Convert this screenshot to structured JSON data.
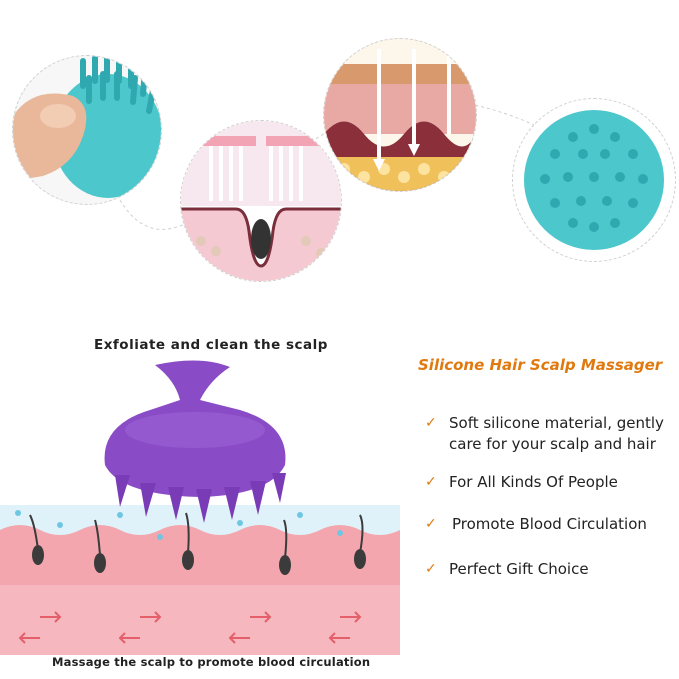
{
  "labels": {
    "top_caption": "Exfoliate and clean the scalp",
    "bottom_caption": "Massage the scalp to promote blood circulation"
  },
  "product": {
    "title": "Silicone Hair Scalp Massager"
  },
  "features": [
    {
      "line1": "Soft silicone material, gently",
      "line2": "care for your scalp and hair"
    },
    {
      "line1": "For All Kinds Of People",
      "line2": ""
    },
    {
      "line1": "Promote Blood Circulation",
      "line2": ""
    },
    {
      "line1": "Perfect Gift Choice",
      "line2": ""
    }
  ],
  "icons": {
    "check": "✓"
  },
  "colors": {
    "accent": "#e07a10",
    "brush_teal": "#4cc7cc",
    "brush_purple": "#8a4cc6",
    "skin_pink": "#f3a6ae",
    "water_blue": "#bfe6f4"
  }
}
